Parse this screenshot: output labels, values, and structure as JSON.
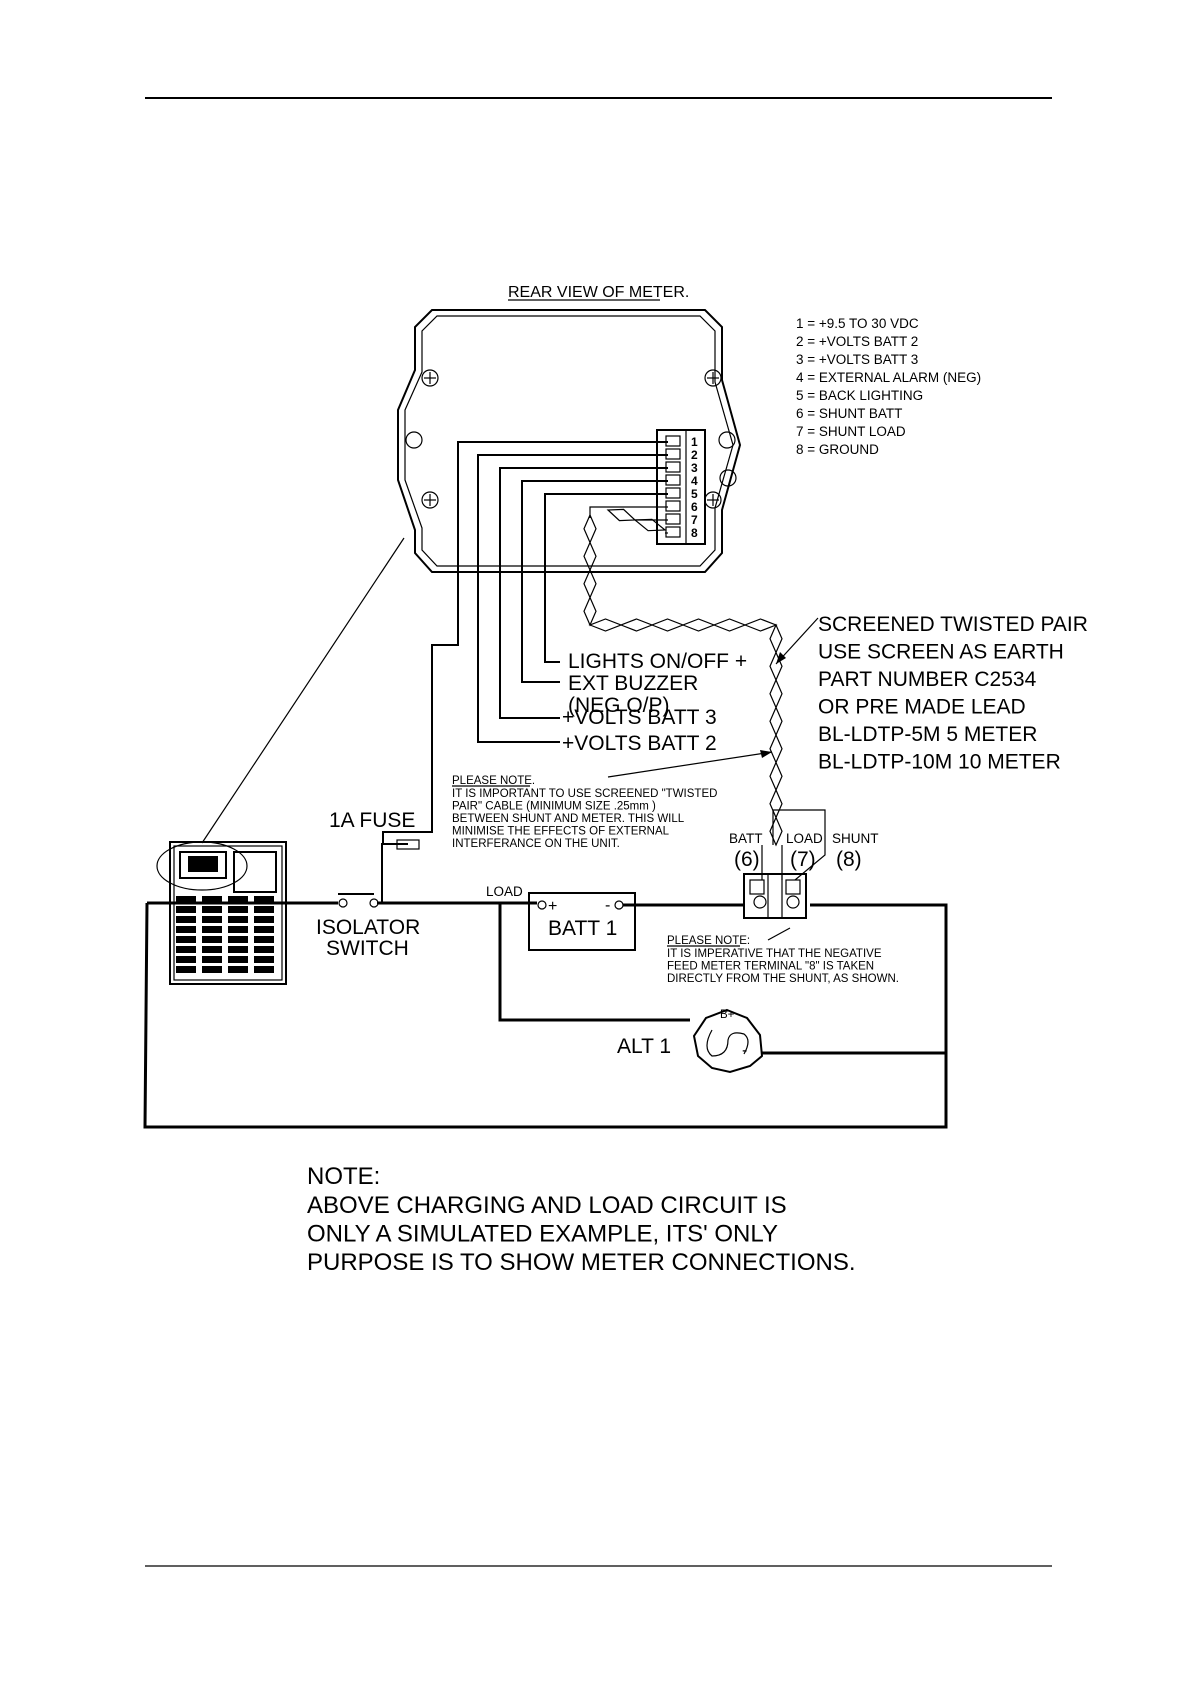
{
  "meter": {
    "title": "REAR VIEW OF METER.",
    "pins": [
      "1",
      "2",
      "3",
      "4",
      "5",
      "6",
      "7",
      "8"
    ]
  },
  "legend": [
    "1 = +9.5 TO 30 VDC",
    "2 = +VOLTS BATT 2",
    "3 = +VOLTS BATT 3",
    "4 = EXTERNAL ALARM (NEG)",
    "5 = BACK LIGHTING",
    "6 = SHUNT BATT",
    "7 = SHUNT LOAD",
    "8 = GROUND"
  ],
  "wire_labels": {
    "lights": "LIGHTS ON/OFF +",
    "buzzer": "EXT BUZZER",
    "buzzer_sub": "(NEG O/P)",
    "batt3": "+VOLTS BATT 3",
    "batt2": "+VOLTS BATT 2"
  },
  "cable_info": [
    "SCREENED TWISTED PAIR",
    "USE SCREEN AS EARTH",
    "PART NUMBER C2534",
    "OR PRE MADE LEAD",
    "BL-LDTP-5M 5 METER",
    "BL-LDTP-10M 10 METER"
  ],
  "note1": {
    "heading": "PLEASE NOTE.",
    "lines": [
      "IT IS IMPORTANT TO USE SCREENED \"TWISTED",
      "PAIR\" CABLE (MINIMUM SIZE .25mm )",
      "BETWEEN SHUNT AND METER. THIS WILL",
      "MINIMISE THE EFFECTS OF EXTERNAL",
      "INTERFERANCE ON THE UNIT."
    ]
  },
  "note2": {
    "heading": "PLEASE NOTE:",
    "lines": [
      "IT IS IMPERATIVE THAT THE NEGATIVE",
      "FEED METER TERMINAL \"8\" IS TAKEN",
      "DIRECTLY FROM THE SHUNT, AS SHOWN."
    ]
  },
  "shunt": {
    "batt": "BATT",
    "load": "LOAD",
    "shunt": "SHUNT",
    "batt_num": "(6)",
    "load_num": "(7)",
    "shunt_num": "(8)"
  },
  "circuit": {
    "fuse": "1A FUSE",
    "isolator_1": "ISOLATOR",
    "isolator_2": "SWITCH",
    "load": "LOAD",
    "batt": "BATT 1",
    "plus": "+",
    "minus": "-",
    "alt": "ALT 1",
    "alt_plus": "B+",
    "alt_minus": "-"
  },
  "bottom_note": {
    "heading": "NOTE:",
    "lines": [
      "ABOVE CHARGING AND LOAD CIRCUIT IS",
      "ONLY A SIMULATED EXAMPLE, ITS' ONLY",
      "PURPOSE IS TO SHOW METER CONNECTIONS."
    ]
  }
}
